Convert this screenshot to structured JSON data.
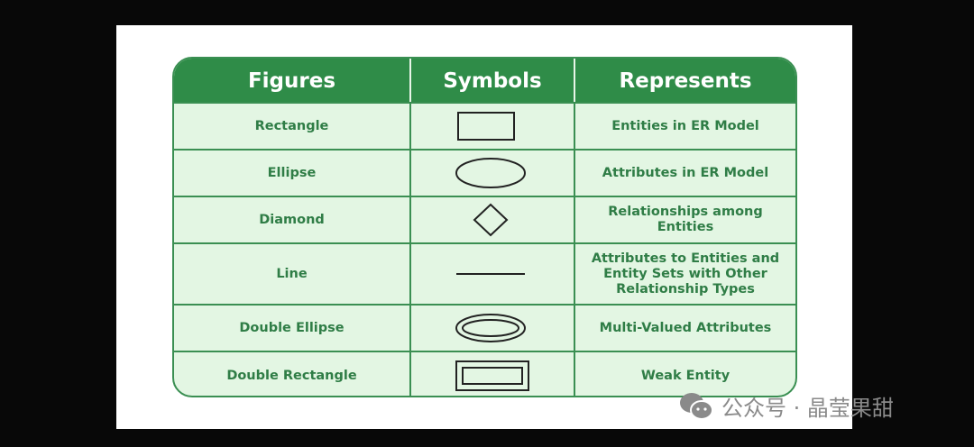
{
  "header": {
    "figures": "Figures",
    "symbols": "Symbols",
    "represents": "Represents"
  },
  "rows": [
    {
      "figure": "Rectangle",
      "symbol": "rectangle",
      "represents": "Entities in ER Model"
    },
    {
      "figure": "Ellipse",
      "symbol": "ellipse",
      "represents": "Attributes in ER Model"
    },
    {
      "figure": "Diamond",
      "symbol": "diamond",
      "represents": "Relationships among Entities"
    },
    {
      "figure": "Line",
      "symbol": "line",
      "represents": "Attributes to Entities and Entity Sets with Other Relationship Types"
    },
    {
      "figure": "Double Ellipse",
      "symbol": "double-ellipse",
      "represents": "Multi-Valued Attributes"
    },
    {
      "figure": "Double Rectangle",
      "symbol": "double-rectangle",
      "represents": "Weak Entity"
    }
  ],
  "watermark": {
    "text": "公众号 · 晶莹果甜",
    "icon": "wechat-icon"
  }
}
